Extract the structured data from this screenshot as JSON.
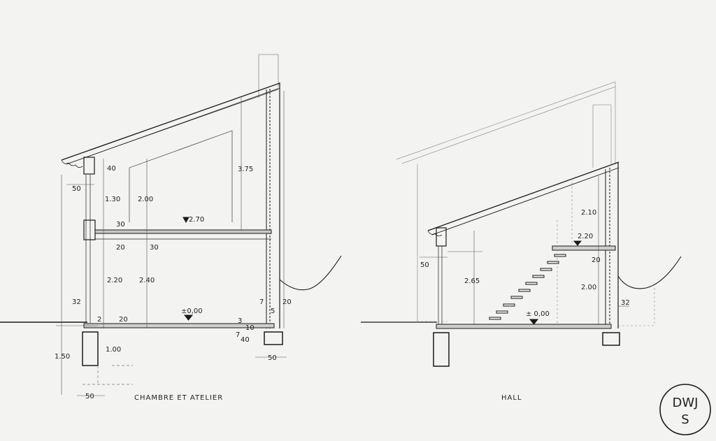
{
  "left_section": {
    "caption": "CHAMBRE ET ATELIER",
    "dims": {
      "d40": "40",
      "d50_top": "50",
      "d130": "1.30",
      "d200": "2.00",
      "d375": "3.75",
      "level_upper": "2.70",
      "d30_floor": "30",
      "d20_beam": "20",
      "d30_beam": "30",
      "d220": "2.20",
      "d240": "2.40",
      "d32": "32",
      "d7": "7",
      "d20_right": "20",
      "d5": "5",
      "level_ground": "±0,00",
      "d2": "2",
      "d20_slab": "20",
      "d3": "3",
      "d10": "10",
      "d7b": "7",
      "d40b": "40",
      "d150": "1.50",
      "d100": "1.00",
      "d50_footing": "50",
      "d50_bottom": "50"
    }
  },
  "right_section": {
    "caption": "HALL",
    "dims": {
      "d210": "2.10",
      "level_landing": "2.20",
      "d20": "20",
      "d50": "50",
      "d265": "2.65",
      "d200": "2.00",
      "d32": "32",
      "level_ground": "± 0,00"
    }
  },
  "stamp": {
    "line1": "DWJ",
    "line2": "S"
  },
  "colors": {
    "paper": "#f3f3f1",
    "ink": "#1a1a1a",
    "faint": "#9a9a9a"
  }
}
